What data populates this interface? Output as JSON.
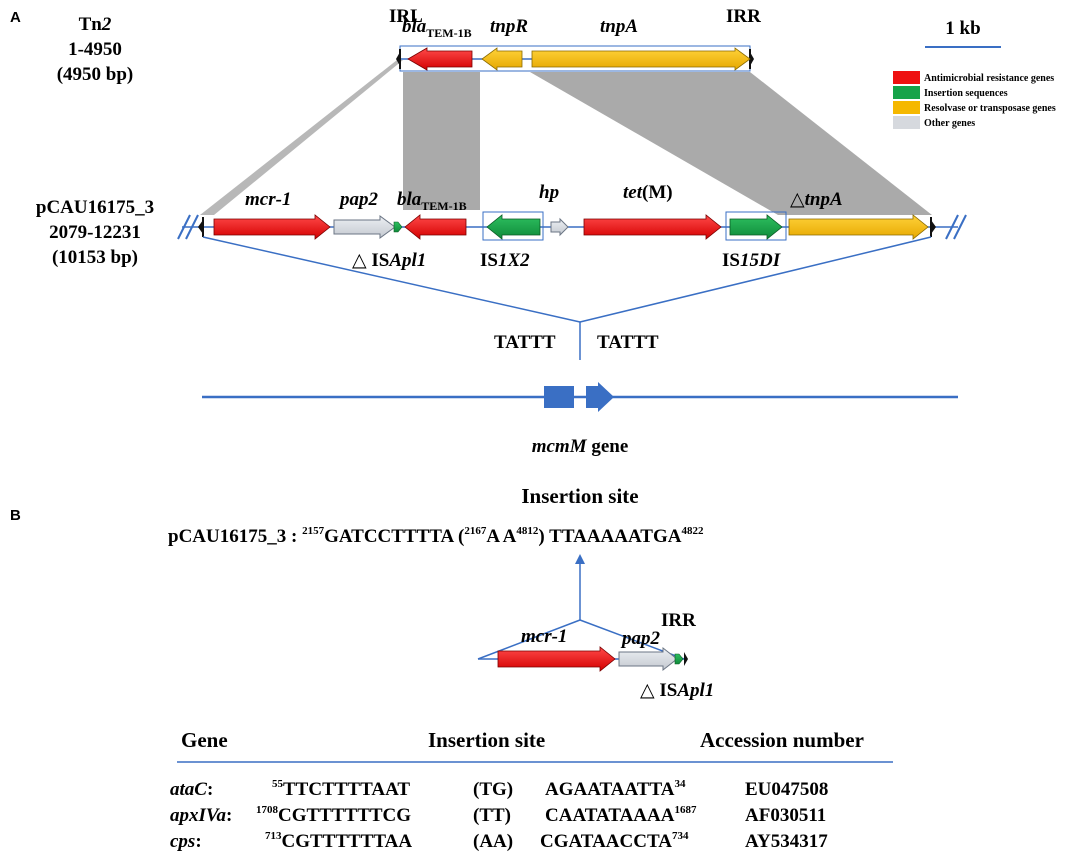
{
  "colors": {
    "resistance": "#ee1111",
    "insertion": "#16a34a",
    "transposase": "#f5b800",
    "other": "#d6d9de",
    "line": "#3a6fc4",
    "shade": "#aaaaaa"
  },
  "panel_a": {
    "label": "A",
    "tn2": {
      "name_prefix": "Tn",
      "name_num": "2",
      "range": "1-4950",
      "length": "(4950 bp)",
      "irl": "IRL",
      "irr": "IRR",
      "bla_main": "bla",
      "bla_sub": "TEM-1B",
      "tnpR": "tnpR",
      "tnpA": "tnpA"
    },
    "scale_label": "1 kb",
    "legend": [
      {
        "label": "Antimicrobial resistance genes",
        "color_key": "resistance"
      },
      {
        "label": "Insertion sequences",
        "color_key": "insertion"
      },
      {
        "label": "Resolvase or transposase genes",
        "color_key": "transposase"
      },
      {
        "label": "Other genes",
        "color_key": "other"
      }
    ],
    "plasmid": {
      "name": "pCAU16175_3",
      "range": "2079-12231",
      "length": "(10153 bp)",
      "mcr1": "mcr-1",
      "pap2": "pap2",
      "bla_main": "bla",
      "bla_sub": "TEM-1B",
      "hp": "hp",
      "tet_main": "tet",
      "tet_suffix": "(M)",
      "delta_tnpA_sym": "△",
      "delta_tnpA": "tnpA",
      "isapl1_sym": "△ IS",
      "isapl1": "Apl1",
      "is1x2_prefix": "IS",
      "is1x2": "1X2",
      "is15di_prefix": "IS",
      "is15di": "15DI"
    },
    "dup_left": "TATTT",
    "dup_right": "TATTT",
    "gene_italic": "mcmM",
    "gene_word": "gene"
  },
  "panel_b": {
    "label": "B",
    "title": "Insertion site",
    "seq": {
      "name": "pCAU16175_3 : ",
      "sup1": "2157",
      "s1": "GATCCTTTTA",
      "open": " (",
      "sup2": "2167",
      "s2": "A A",
      "sup3": "4812",
      "close": ")",
      "s3": " TTAAAAATGA",
      "sup4": "4822"
    },
    "mcr1": "mcr-1",
    "pap2": "pap2",
    "irr": "IRR",
    "isapl1_sym": "△ IS",
    "isapl1": "Apl1",
    "table": {
      "headers": [
        "Gene",
        "Insertion site",
        "Accession number"
      ],
      "rows": [
        {
          "gene": "ataC",
          "sup_a": "55",
          "left": "TTCTTTTAAT",
          "mid": "(TG)",
          "right": "AGAATAATTA",
          "sup_b": "34",
          "acc": "EU047508"
        },
        {
          "gene": "apxIVa",
          "sup_a": "1708",
          "left": "CGTTTTTTCG",
          "mid": "(TT)",
          "right": "CAATATAAAA",
          "sup_b": "1687",
          "acc": "AF030511"
        },
        {
          "gene": "cps",
          "sup_a": "713",
          "left": "CGTTTTTTAA",
          "mid": "(AA)",
          "right": "CGATAACCTA",
          "sup_b": "734",
          "acc": "AY534317"
        }
      ]
    }
  }
}
